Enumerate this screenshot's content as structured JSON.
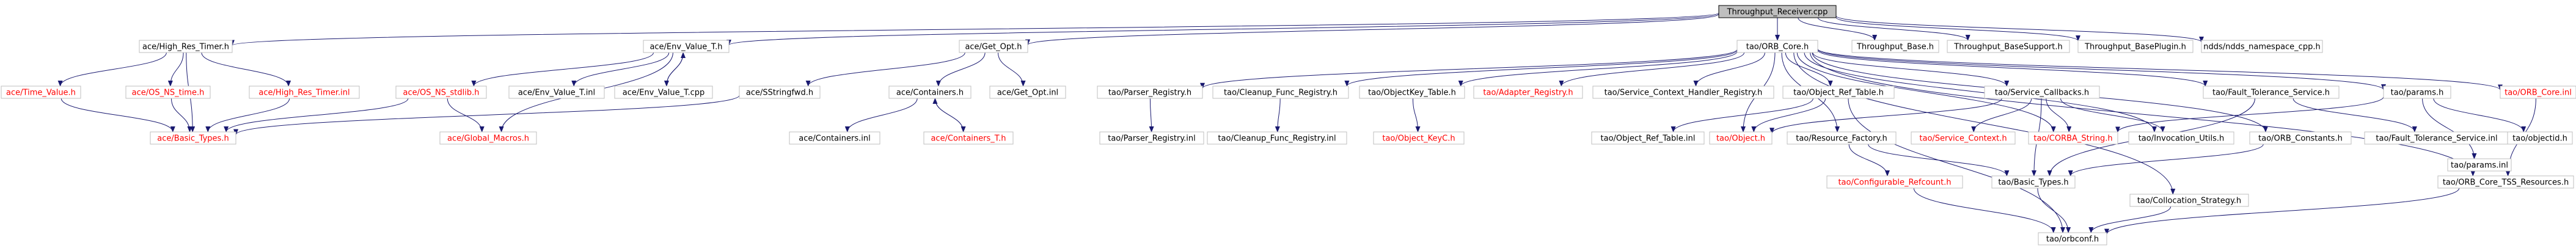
{
  "colors": {
    "edge": "#191970",
    "node_border": "#bfbfbf",
    "root_fill": "#bfbfbf",
    "root_border": "#000000",
    "text": "#000000",
    "text_missing": "#ff0000"
  },
  "nodes": [
    {
      "id": "root",
      "label": "Throughput_Receiver.cpp",
      "kind": "root"
    },
    {
      "id": "n_hrt_h",
      "label": "ace/High_Res_Timer.h",
      "kind": "normal"
    },
    {
      "id": "n_envT_h",
      "label": "ace/Env_Value_T.h",
      "kind": "normal"
    },
    {
      "id": "n_getopt_h",
      "label": "ace/Get_Opt.h",
      "kind": "normal"
    },
    {
      "id": "n_orb_core_h",
      "label": "tao/ORB_Core.h",
      "kind": "normal"
    },
    {
      "id": "n_tp_base",
      "label": "Throughput_Base.h",
      "kind": "normal"
    },
    {
      "id": "n_tp_support",
      "label": "Throughput_BaseSupport.h",
      "kind": "normal"
    },
    {
      "id": "n_tp_plugin",
      "label": "Throughput_BasePlugin.h",
      "kind": "normal"
    },
    {
      "id": "n_ndds_ns",
      "label": "ndds/ndds_namespace_cpp.h",
      "kind": "normal"
    },
    {
      "id": "n_time_value",
      "label": "ace/Time_Value.h",
      "kind": "missing"
    },
    {
      "id": "n_os_ns_time",
      "label": "ace/OS_NS_time.h",
      "kind": "missing"
    },
    {
      "id": "n_hrt_inl",
      "label": "ace/High_Res_Timer.inl",
      "kind": "missing"
    },
    {
      "id": "n_os_ns_stdlib",
      "label": "ace/OS_NS_stdlib.h",
      "kind": "missing"
    },
    {
      "id": "n_envT_inl",
      "label": "ace/Env_Value_T.inl",
      "kind": "normal"
    },
    {
      "id": "n_envT_cpp",
      "label": "ace/Env_Value_T.cpp",
      "kind": "normal"
    },
    {
      "id": "n_sstring",
      "label": "ace/SStringfwd.h",
      "kind": "normal"
    },
    {
      "id": "n_containers_h",
      "label": "ace/Containers.h",
      "kind": "normal"
    },
    {
      "id": "n_getopt_inl",
      "label": "ace/Get_Opt.inl",
      "kind": "normal"
    },
    {
      "id": "n_basic_types_ace",
      "label": "ace/Basic_Types.h",
      "kind": "missing"
    },
    {
      "id": "n_global_macros",
      "label": "ace/Global_Macros.h",
      "kind": "missing"
    },
    {
      "id": "n_containers_inl",
      "label": "ace/Containers.inl",
      "kind": "normal"
    },
    {
      "id": "n_containers_T",
      "label": "ace/Containers_T.h",
      "kind": "missing"
    },
    {
      "id": "n_parser_reg_h",
      "label": "tao/Parser_Registry.h",
      "kind": "normal"
    },
    {
      "id": "n_cleanup_reg_h",
      "label": "tao/Cleanup_Func_Registry.h",
      "kind": "normal"
    },
    {
      "id": "n_objkey_table_h",
      "label": "tao/ObjectKey_Table.h",
      "kind": "normal"
    },
    {
      "id": "n_adapter_reg_h",
      "label": "tao/Adapter_Registry.h",
      "kind": "missing"
    },
    {
      "id": "n_svc_ctx_reg_h",
      "label": "tao/Service_Context_Handler_Registry.h",
      "kind": "normal"
    },
    {
      "id": "n_objref_table_h",
      "label": "tao/Object_Ref_Table.h",
      "kind": "normal"
    },
    {
      "id": "n_svc_callbacks_h",
      "label": "tao/Service_Callbacks.h",
      "kind": "normal"
    },
    {
      "id": "n_ft_service_h",
      "label": "tao/Fault_Tolerance_Service.h",
      "kind": "normal"
    },
    {
      "id": "n_params_h",
      "label": "tao/params.h",
      "kind": "normal"
    },
    {
      "id": "n_orb_core_inl",
      "label": "tao/ORB_Core.inl",
      "kind": "missing"
    },
    {
      "id": "n_parser_reg_inl",
      "label": "tao/Parser_Registry.inl",
      "kind": "normal"
    },
    {
      "id": "n_cleanup_reg_inl",
      "label": "tao/Cleanup_Func_Registry.inl",
      "kind": "normal"
    },
    {
      "id": "n_objkey_C",
      "label": "tao/Object_KeyC.h",
      "kind": "missing"
    },
    {
      "id": "n_objref_table_inl",
      "label": "tao/Object_Ref_Table.inl",
      "kind": "normal"
    },
    {
      "id": "n_object_h",
      "label": "tao/Object.h",
      "kind": "missing"
    },
    {
      "id": "n_resource_factory_h",
      "label": "tao/Resource_Factory.h",
      "kind": "normal"
    },
    {
      "id": "n_service_context_h",
      "label": "tao/Service_Context.h",
      "kind": "missing"
    },
    {
      "id": "n_corba_string_h",
      "label": "tao/CORBA_String.h",
      "kind": "missing"
    },
    {
      "id": "n_invocation_utils_h",
      "label": "tao/Invocation_Utils.h",
      "kind": "normal"
    },
    {
      "id": "n_orb_constants_h",
      "label": "tao/ORB_Constants.h",
      "kind": "normal"
    },
    {
      "id": "n_ft_service_inl",
      "label": "tao/Fault_Tolerance_Service.inl",
      "kind": "normal"
    },
    {
      "id": "n_objectid_h",
      "label": "tao/objectid.h",
      "kind": "normal"
    },
    {
      "id": "n_params_inl",
      "label": "tao/params.inl",
      "kind": "normal"
    },
    {
      "id": "n_orb_core_tss_h",
      "label": "tao/ORB_Core_TSS_Resources.h",
      "kind": "normal"
    },
    {
      "id": "n_configurable_refcount_h",
      "label": "tao/Configurable_Refcount.h",
      "kind": "missing"
    },
    {
      "id": "n_basic_types_tao",
      "label": "tao/Basic_Types.h",
      "kind": "normal"
    },
    {
      "id": "n_collocation_strategy_h",
      "label": "tao/Collocation_Strategy.h",
      "kind": "normal"
    },
    {
      "id": "n_orbconf_h",
      "label": "tao/orbconf.h",
      "kind": "normal"
    }
  ],
  "edges": [
    {
      "from": "root",
      "to": "n_hrt_h"
    },
    {
      "from": "root",
      "to": "n_envT_h"
    },
    {
      "from": "root",
      "to": "n_getopt_h"
    },
    {
      "from": "root",
      "to": "n_orb_core_h"
    },
    {
      "from": "root",
      "to": "n_tp_base"
    },
    {
      "from": "root",
      "to": "n_tp_support"
    },
    {
      "from": "root",
      "to": "n_tp_plugin"
    },
    {
      "from": "root",
      "to": "n_ndds_ns"
    },
    {
      "from": "n_hrt_h",
      "to": "n_time_value"
    },
    {
      "from": "n_hrt_h",
      "to": "n_os_ns_time"
    },
    {
      "from": "n_hrt_h",
      "to": "n_hrt_inl"
    },
    {
      "from": "n_hrt_h",
      "to": "n_basic_types_ace"
    },
    {
      "from": "n_envT_h",
      "to": "n_os_ns_stdlib"
    },
    {
      "from": "n_envT_h",
      "to": "n_envT_inl"
    },
    {
      "from": "n_envT_h",
      "to": "n_envT_cpp"
    },
    {
      "from": "n_envT_h",
      "to": "n_global_macros"
    },
    {
      "from": "n_envT_cpp",
      "to": "n_envT_h"
    },
    {
      "from": "n_getopt_h",
      "to": "n_sstring"
    },
    {
      "from": "n_getopt_h",
      "to": "n_containers_h"
    },
    {
      "from": "n_getopt_h",
      "to": "n_getopt_inl"
    },
    {
      "from": "n_time_value",
      "to": "n_basic_types_ace"
    },
    {
      "from": "n_os_ns_time",
      "to": "n_basic_types_ace"
    },
    {
      "from": "n_hrt_inl",
      "to": "n_basic_types_ace"
    },
    {
      "from": "n_os_ns_stdlib",
      "to": "n_basic_types_ace"
    },
    {
      "from": "n_os_ns_stdlib",
      "to": "n_global_macros"
    },
    {
      "from": "n_sstring",
      "to": "n_basic_types_ace"
    },
    {
      "from": "n_containers_h",
      "to": "n_containers_inl"
    },
    {
      "from": "n_containers_h",
      "to": "n_containers_T"
    },
    {
      "from": "n_containers_T",
      "to": "n_containers_h"
    },
    {
      "from": "n_orb_core_h",
      "to": "n_parser_reg_h"
    },
    {
      "from": "n_orb_core_h",
      "to": "n_cleanup_reg_h"
    },
    {
      "from": "n_orb_core_h",
      "to": "n_objkey_table_h"
    },
    {
      "from": "n_orb_core_h",
      "to": "n_adapter_reg_h"
    },
    {
      "from": "n_orb_core_h",
      "to": "n_svc_ctx_reg_h"
    },
    {
      "from": "n_orb_core_h",
      "to": "n_objref_table_h"
    },
    {
      "from": "n_orb_core_h",
      "to": "n_svc_callbacks_h"
    },
    {
      "from": "n_orb_core_h",
      "to": "n_ft_service_h"
    },
    {
      "from": "n_orb_core_h",
      "to": "n_params_h"
    },
    {
      "from": "n_orb_core_h",
      "to": "n_orb_core_inl"
    },
    {
      "from": "n_orb_core_h",
      "to": "n_orb_core_tss_h"
    },
    {
      "from": "n_orb_core_h",
      "to": "n_object_h"
    },
    {
      "from": "n_orb_core_h",
      "to": "n_resource_factory_h"
    },
    {
      "from": "n_orb_core_h",
      "to": "n_invocation_utils_h"
    },
    {
      "from": "n_orb_core_h",
      "to": "n_orb_constants_h"
    },
    {
      "from": "n_orb_core_h",
      "to": "n_collocation_strategy_h"
    },
    {
      "from": "n_orb_core_h",
      "to": "n_corba_string_h"
    },
    {
      "from": "n_parser_reg_h",
      "to": "n_parser_reg_inl"
    },
    {
      "from": "n_cleanup_reg_h",
      "to": "n_cleanup_reg_inl"
    },
    {
      "from": "n_objkey_table_h",
      "to": "n_objkey_C"
    },
    {
      "from": "n_objref_table_h",
      "to": "n_objref_table_inl"
    },
    {
      "from": "n_objref_table_h",
      "to": "n_object_h"
    },
    {
      "from": "n_objref_table_h",
      "to": "n_orbconf_h"
    },
    {
      "from": "n_svc_callbacks_h",
      "to": "n_service_context_h"
    },
    {
      "from": "n_svc_callbacks_h",
      "to": "n_corba_string_h"
    },
    {
      "from": "n_svc_callbacks_h",
      "to": "n_invocation_utils_h"
    },
    {
      "from": "n_svc_callbacks_h",
      "to": "n_object_h"
    },
    {
      "from": "n_svc_callbacks_h",
      "to": "n_basic_types_tao"
    },
    {
      "from": "n_ft_service_h",
      "to": "n_ft_service_inl"
    },
    {
      "from": "n_ft_service_h",
      "to": "n_basic_types_tao"
    },
    {
      "from": "n_params_h",
      "to": "n_corba_string_h"
    },
    {
      "from": "n_params_h",
      "to": "n_objectid_h"
    },
    {
      "from": "n_params_h",
      "to": "n_params_inl"
    },
    {
      "from": "n_orb_core_inl",
      "to": "n_orb_core_tss_h"
    },
    {
      "from": "n_resource_factory_h",
      "to": "n_configurable_refcount_h"
    },
    {
      "from": "n_resource_factory_h",
      "to": "n_basic_types_tao"
    },
    {
      "from": "n_orb_constants_h",
      "to": "n_basic_types_tao"
    },
    {
      "from": "n_configurable_refcount_h",
      "to": "n_orbconf_h"
    },
    {
      "from": "n_basic_types_tao",
      "to": "n_orbconf_h"
    },
    {
      "from": "n_collocation_strategy_h",
      "to": "n_orbconf_h"
    },
    {
      "from": "n_orb_core_tss_h",
      "to": "n_orbconf_h"
    }
  ]
}
